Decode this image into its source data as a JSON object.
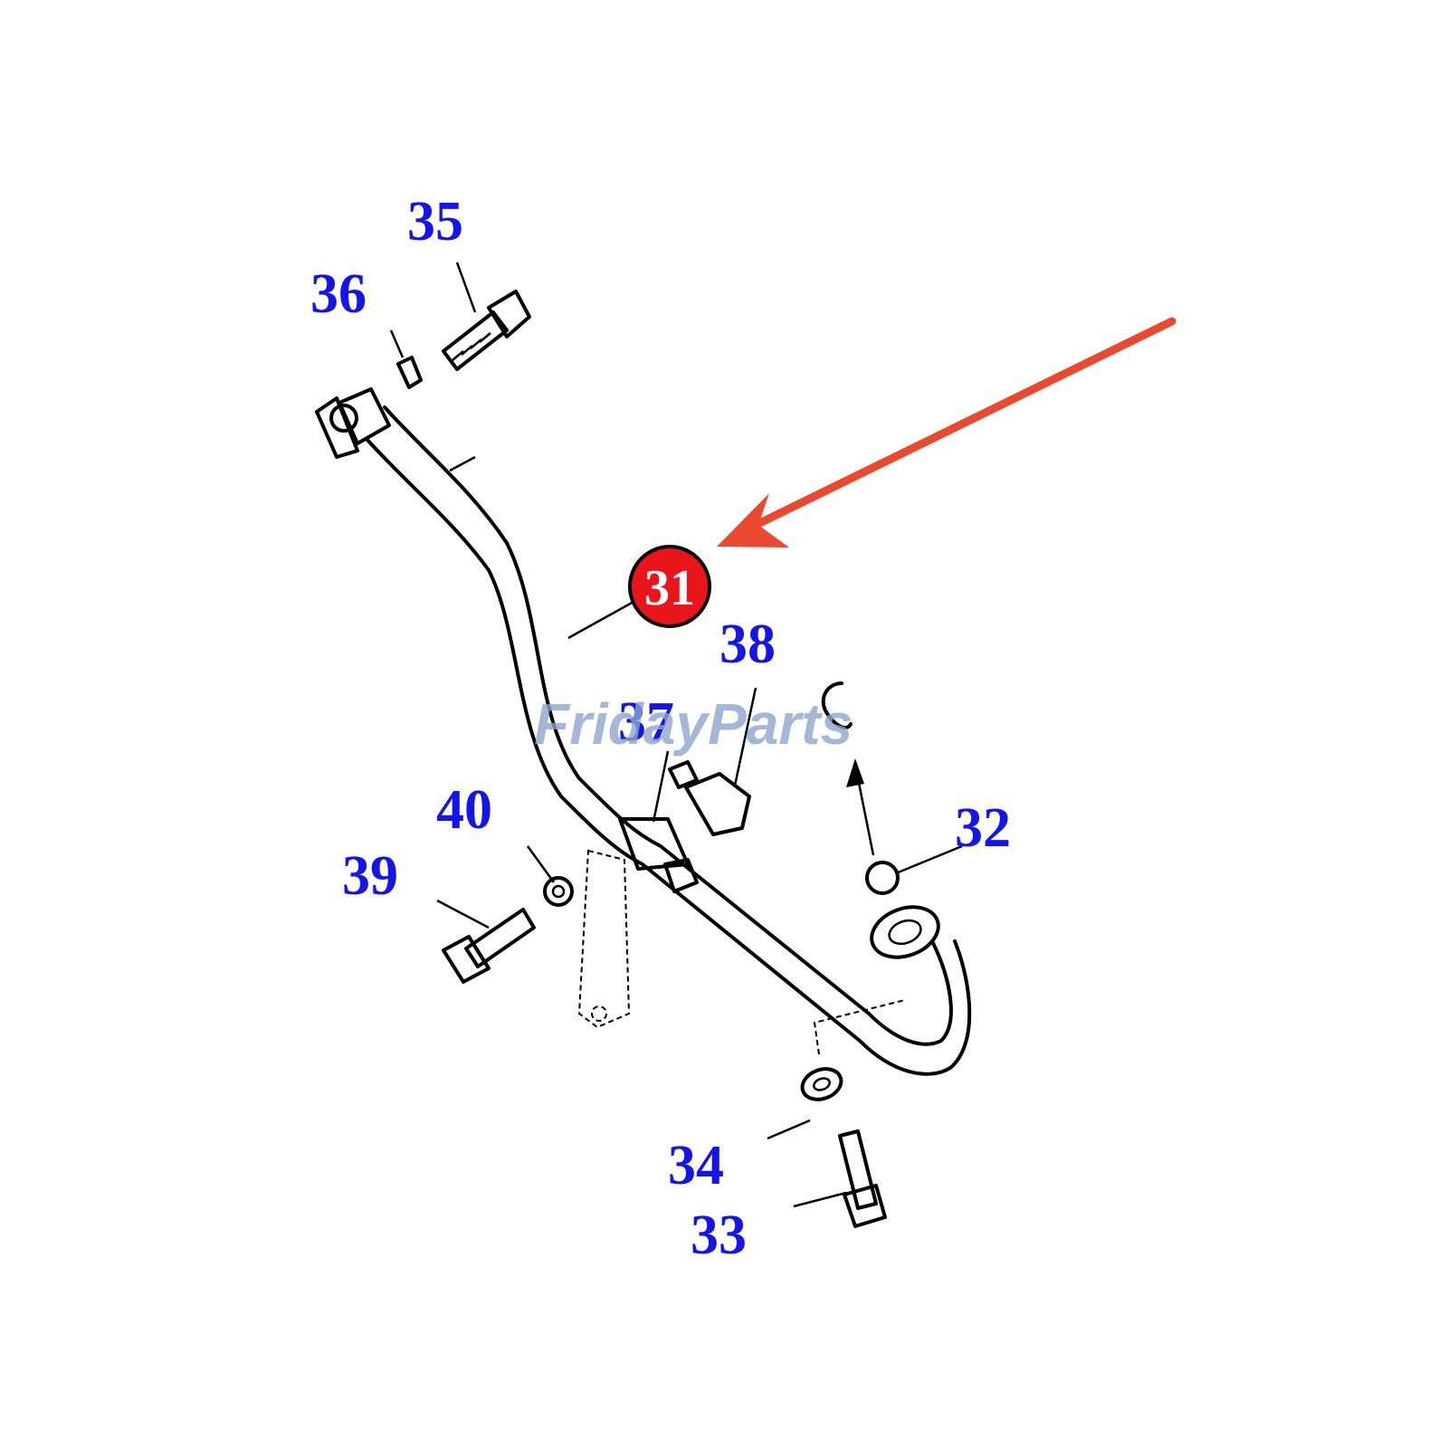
{
  "diagram": {
    "callouts": [
      {
        "id": "35",
        "label": "35"
      },
      {
        "id": "36",
        "label": "36"
      },
      {
        "id": "31",
        "label": "31",
        "highlighted": true
      },
      {
        "id": "38",
        "label": "38"
      },
      {
        "id": "37",
        "label": "37"
      },
      {
        "id": "40",
        "label": "40"
      },
      {
        "id": "39",
        "label": "39"
      },
      {
        "id": "32",
        "label": "32"
      },
      {
        "id": "34",
        "label": "34"
      },
      {
        "id": "33",
        "label": "33"
      }
    ],
    "highlight_color": "#e8161b",
    "arrow_color": "#e8492f",
    "label_color": "#1515e8"
  },
  "watermark": {
    "text": "FridayParts"
  }
}
